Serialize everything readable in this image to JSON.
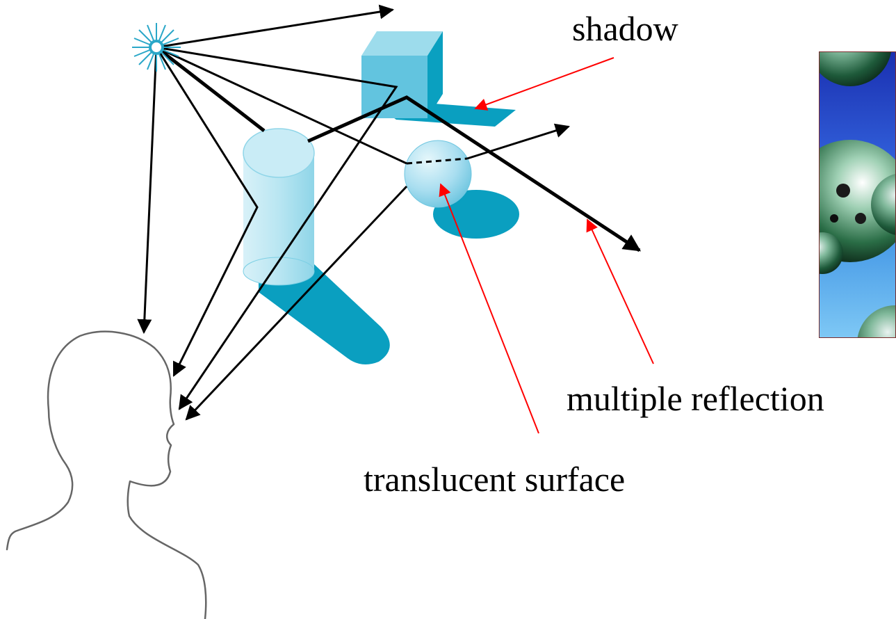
{
  "labels": {
    "shadow": "shadow",
    "multiple_reflection": "multiple reflection",
    "translucent_surface": "translucent surface"
  },
  "colors": {
    "object_fill": "#7ccfe4",
    "object_dark": "#0aa0c0",
    "shadow_fill": "#0a9fc0",
    "light_color": "#2aa7c8",
    "ray_color": "#000000",
    "pointer_color": "#ff0000",
    "viewer_outline": "#666666"
  },
  "icons": {
    "light_source": "light-source-icon",
    "viewer": "viewer-head-icon"
  }
}
